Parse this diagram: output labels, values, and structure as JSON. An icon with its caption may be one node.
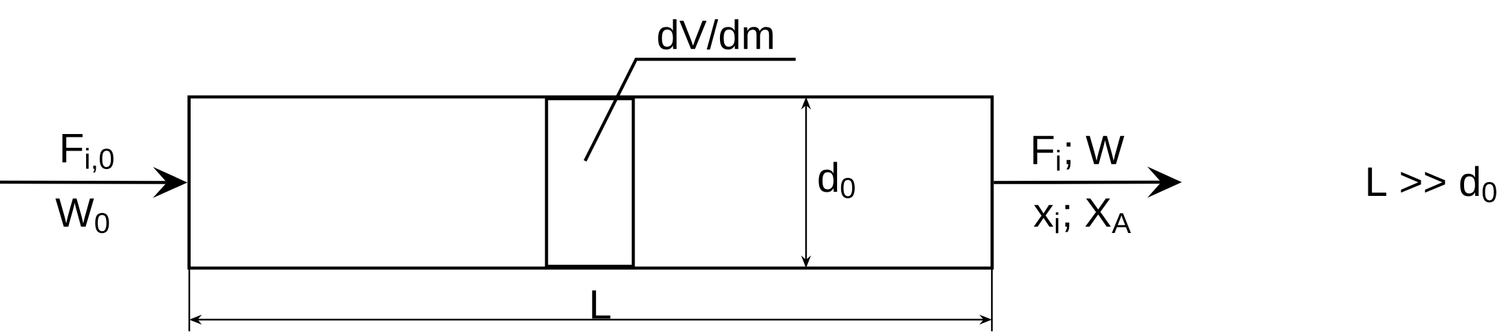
{
  "diagram": {
    "nodes": [
      {
        "text": [],
        "shape": "box"
      },
      {
        "text": [],
        "shape": "box",
        "in": 0
      },
      {
        "text": [
          "dV/dm"
        ]
      }
    ],
    "edges": [
      {
        "from": null,
        "to": 0,
        "arrow": "to"
      },
      {
        "from": 0,
        "to": null,
        "arrow": "to"
      },
      {
        "from": 2,
        "to": 1,
        "arrow": "none"
      }
    ],
    "labels": [
      "F$_{i,0}$",
      "W$_{0}$",
      "d$_{0}$",
      "F$_{i}$; W",
      "x$_{i}$; X$_{A}$",
      "L",
      "L >> d$_{0}$"
    ]
  }
}
